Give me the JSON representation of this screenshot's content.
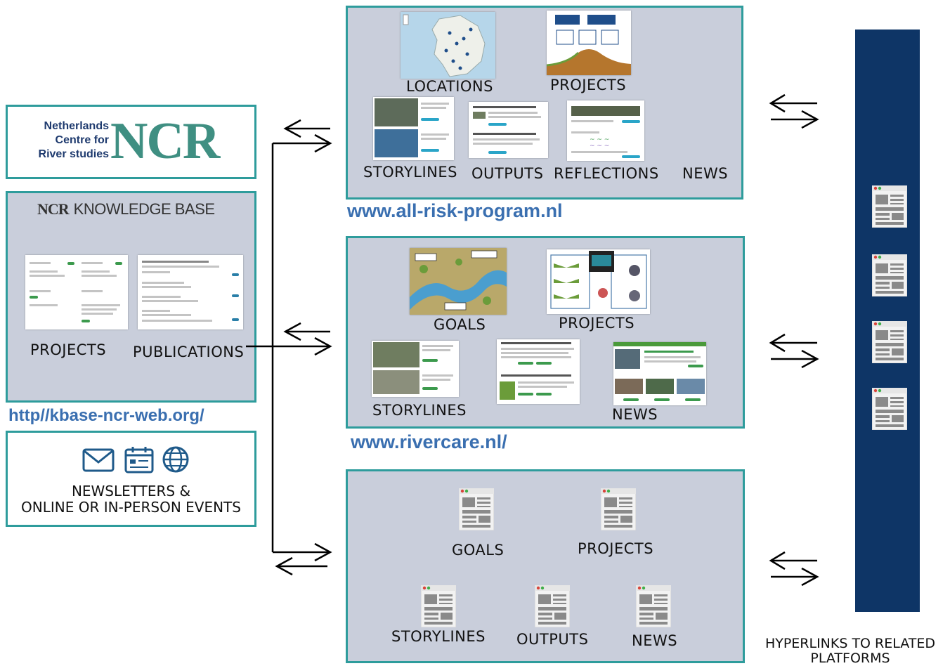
{
  "ncr_logo": {
    "line1": "Netherlands",
    "line2": "Centre for",
    "line3": "River studies",
    "mark": "NCR"
  },
  "kbase": {
    "header_mark": "NCR",
    "header_text": "KNOWLEDGE BASE",
    "labels": [
      "PROJECTS",
      "PUBLICATIONS"
    ],
    "url": "http//kbase-ncr-web.org/"
  },
  "events": {
    "icons": [
      "envelope-icon",
      "calendar-icon",
      "globe-icon"
    ],
    "line1": "NEWSLETTERS &",
    "line2": "ONLINE OR IN-PERSON EVENTS"
  },
  "all_risk": {
    "labels": [
      "LOCATIONS",
      "PROJECTS",
      "STORYLINES",
      "OUTPUTS",
      "REFLECTIONS",
      "NEWS"
    ],
    "url": "www.all-risk-program.nl"
  },
  "rivercare": {
    "labels": [
      "GOALS",
      "PROJECTS",
      "STORYLINES",
      "NEWS"
    ],
    "url": "www.rivercare.nl/"
  },
  "third_panel": {
    "labels": [
      "GOALS",
      "PROJECTS",
      "STORYLINES",
      "OUTPUTS",
      "NEWS"
    ]
  },
  "related_platforms": {
    "caption_line1": "HYPERLINKS TO RELATED",
    "caption_line2": "PLATFORMS",
    "bar_color": "#0e3566"
  },
  "colors": {
    "panel_bg": "#c9cedb",
    "panel_border": "#2e9c9c",
    "url_blue": "#3a6fb0"
  }
}
